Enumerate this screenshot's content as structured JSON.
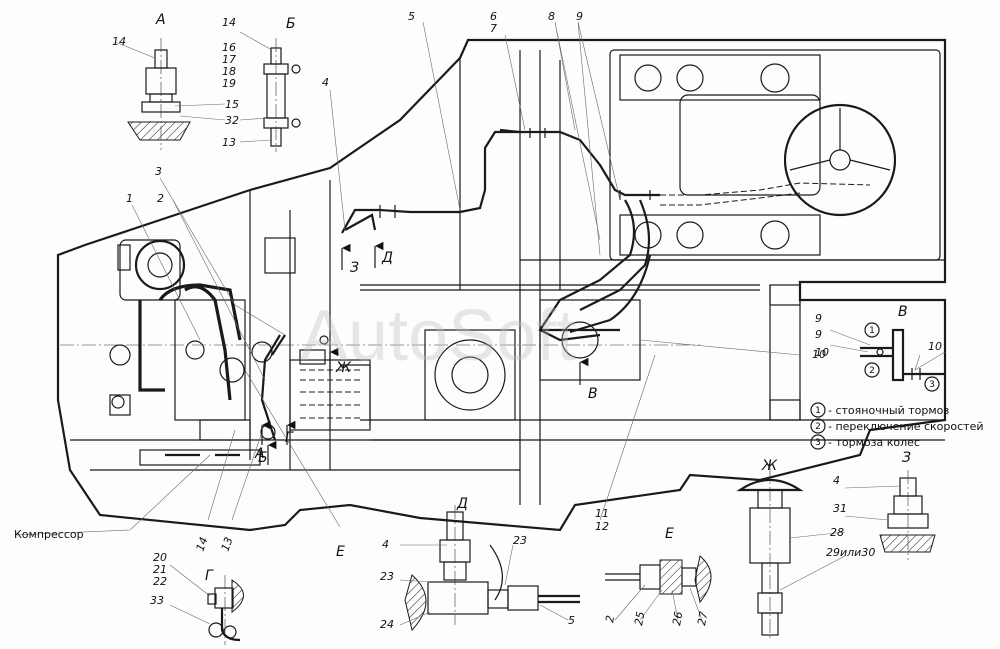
{
  "watermark": "AutoSoft",
  "compressor_label": "Компрессор",
  "legend": {
    "items": [
      {
        "num": "1",
        "text": "- стояночный тормоз"
      },
      {
        "num": "2",
        "text": "- переключение скоростей"
      },
      {
        "num": "3",
        "text": "- тормоза колес"
      }
    ]
  },
  "views": {
    "A": "А",
    "B": "Б",
    "V": "В",
    "G": "Г",
    "D": "Д",
    "E": "Е",
    "ZH": "Ж",
    "Z": "З"
  },
  "callouts": {
    "n1": "1",
    "n2": "2",
    "n3": "3",
    "n4": "4",
    "n5": "5",
    "n6": "6",
    "n7": "7",
    "n8": "8",
    "n9": "9",
    "n10": "10",
    "n11": "11",
    "n12": "12",
    "n13": "13",
    "n14": "14",
    "n15": "15",
    "n16": "16",
    "n17": "17",
    "n18": "18",
    "n19": "19",
    "n20": "20",
    "n21": "21",
    "n22": "22",
    "n23": "23",
    "n24": "24",
    "n25": "25",
    "n26": "26",
    "n27": "27",
    "n28": "28",
    "n29or30": "29или30",
    "n31": "31",
    "n32": "32",
    "n33": "33"
  },
  "colors": {
    "ink": "#1a1a1a",
    "paper": "#fdfdfc",
    "watermark": "#bdbdbd"
  }
}
